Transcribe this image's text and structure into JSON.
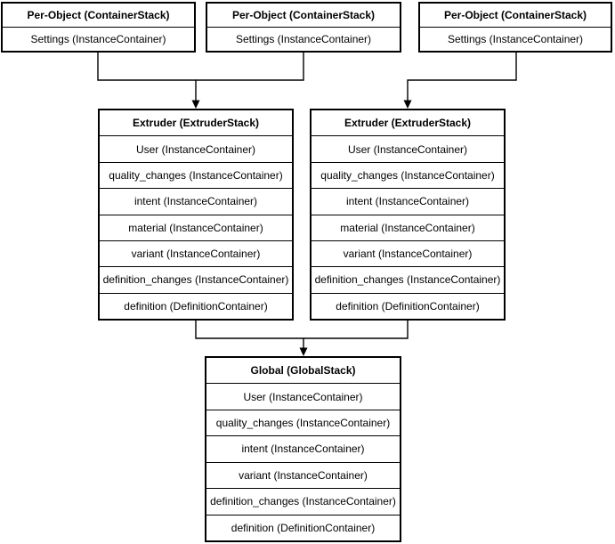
{
  "colors": {
    "border": "#000000",
    "background": "#ffffff",
    "text": "#000000"
  },
  "diagram": {
    "per_object_stacks": [
      {
        "title": "Per-Object (ContainerStack)",
        "rows": [
          "Settings (InstanceContainer)"
        ]
      },
      {
        "title": "Per-Object (ContainerStack)",
        "rows": [
          "Settings (InstanceContainer)"
        ]
      },
      {
        "title": "Per-Object (ContainerStack)",
        "rows": [
          "Settings (InstanceContainer)"
        ]
      }
    ],
    "extruder_stacks": [
      {
        "title": "Extruder (ExtruderStack)",
        "rows": [
          "User (InstanceContainer)",
          "quality_changes (InstanceContainer)",
          "intent (InstanceContainer)",
          "material (InstanceContainer)",
          "variant (InstanceContainer)",
          "definition_changes (InstanceContainer)",
          "definition (DefinitionContainer)"
        ]
      },
      {
        "title": "Extruder (ExtruderStack)",
        "rows": [
          "User (InstanceContainer)",
          "quality_changes (InstanceContainer)",
          "intent (InstanceContainer)",
          "material (InstanceContainer)",
          "variant (InstanceContainer)",
          "definition_changes (InstanceContainer)",
          "definition (DefinitionContainer)"
        ]
      }
    ],
    "global_stack": {
      "title": "Global (GlobalStack)",
      "rows": [
        "User (InstanceContainer)",
        "quality_changes (InstanceContainer)",
        "intent (InstanceContainer)",
        "variant (InstanceContainer)",
        "definition_changes (InstanceContainer)",
        "definition (DefinitionContainer)"
      ]
    }
  }
}
